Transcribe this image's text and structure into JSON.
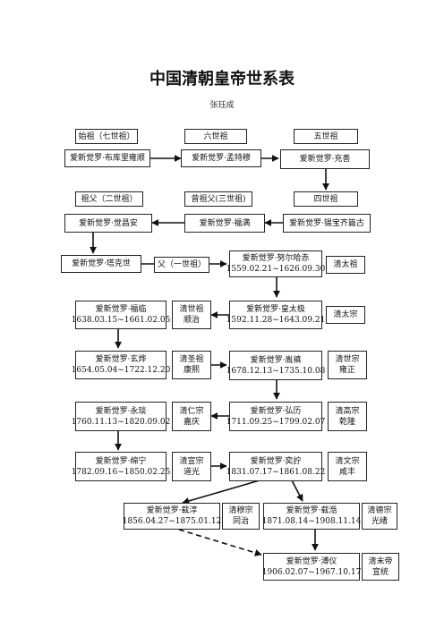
{
  "title": "中国清朝皇帝世系表",
  "author": "张珏成",
  "gen_labels": {
    "g7": "始祖（七世祖）",
    "g6": "六世祖",
    "g5": "五世祖",
    "g2": "祖父（二世祖）",
    "g3": "曾祖父(三世祖)",
    "g4": "四世祖",
    "g1": "父（一世祖）"
  },
  "people": {
    "buku": "爱新觉罗·布库里雍顺",
    "mengte": "爱新觉罗·孟特穆",
    "chongshan": "爱新觉罗·充善",
    "jiaochang": "爱新觉罗·觉昌安",
    "fuman": "爱新觉罗·福满",
    "xibao": "爱新觉罗·锡宝齐篇古",
    "takeshi": "爱新觉罗·塔克世",
    "nurhaci": {
      "name": "爱新觉罗·努尔哈赤",
      "dates": "1559.02.21~1626.09.30",
      "title": "清太祖"
    },
    "huangtaiji": {
      "name": "爱新觉罗·皇太极",
      "dates": "1592.11.28~1643.09.21",
      "title": "清太宗"
    },
    "fulin": {
      "name": "爱新觉罗·福临",
      "dates": "1638.03.15~1661.02.05",
      "title1": "清世祖",
      "title2": "顺治"
    },
    "yinzhen": {
      "name": "爱新觉罗·胤禛",
      "dates": "1678.12.13~1735.10.08",
      "title1": "清世宗",
      "title2": "雍正"
    },
    "xuanye": {
      "name": "爱新觉罗·玄烨",
      "dates": "1654.05.04~1722.12.20",
      "title1": "清圣祖",
      "title2": "康熙"
    },
    "hongli": {
      "name": "爱新觉罗·弘历",
      "dates": "1711.09.25~1799.02.07",
      "title1": "清高宗",
      "title2": "乾隆"
    },
    "yongyan": {
      "name": "爱新觉罗·永琰",
      "dates": "1760.11.13~1820.09.02",
      "title1": "清仁宗",
      "title2": "嘉庆"
    },
    "minning": {
      "name": "爱新觉罗·绵宁",
      "dates": "1782.09.16~1850.02.25",
      "title1": "清宣宗",
      "title2": "道光"
    },
    "yizhu": {
      "name": "爱新觉罗·奕詝",
      "dates": "1831.07.17~1861.08.22",
      "title1": "清文宗",
      "title2": "咸丰"
    },
    "zaichun": {
      "name": "爱新觉罗·载淳",
      "dates": "1856.04.27~1875.01.12",
      "title1": "清穆宗",
      "title2": "同治"
    },
    "zaitian": {
      "name": "爱新觉罗·载湉",
      "dates": "1871.08.14~1908.11.14",
      "title1": "清德宗",
      "title2": "光绪"
    },
    "puyi": {
      "name": "爱新觉罗·溥仪",
      "dates": "1906.02.07~1967.10.17",
      "title1": "清末帝",
      "title2": "宣统"
    }
  }
}
